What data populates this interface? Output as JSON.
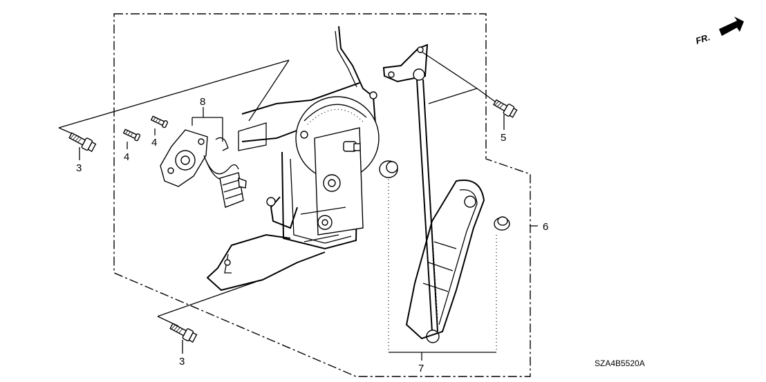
{
  "diagram": {
    "callouts": {
      "c3_left": "3",
      "c3_bottom": "3",
      "c4_a": "4",
      "c4_b": "4",
      "c5": "5",
      "c6": "6",
      "c7": "7",
      "c8": "8"
    },
    "part_code": "SZA4B5520A",
    "direction_label": "FR."
  }
}
